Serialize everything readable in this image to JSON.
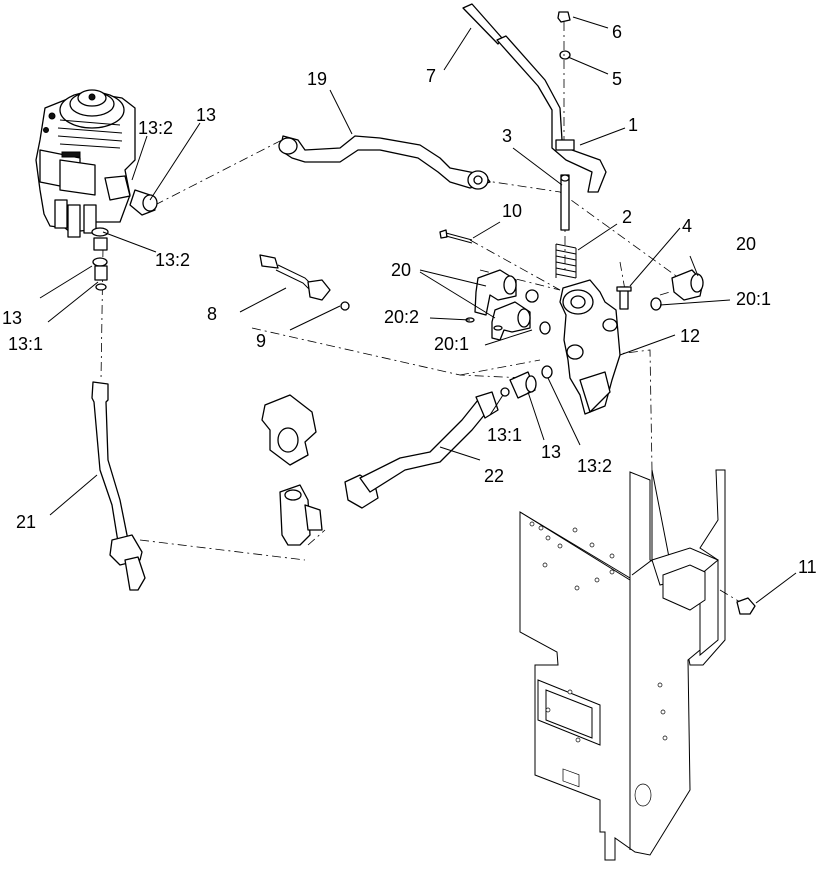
{
  "callouts": {
    "c1": "1",
    "c2": "2",
    "c3": "3",
    "c4": "4",
    "c5": "5",
    "c6": "6",
    "c7": "7",
    "c8": "8",
    "c9": "9",
    "c10": "10",
    "c11": "11",
    "c12": "12",
    "c13_top": "13",
    "c13_2_top": "13:2",
    "c13_2_left": "13:2",
    "c13_left": "13",
    "c13_1_left": "13:1",
    "c13_1_mid": "13:1",
    "c13_mid": "13",
    "c13_2_mid": "13:2",
    "c19": "19",
    "c20_mid": "20",
    "c20_right": "20",
    "c20_1_right": "20:1",
    "c20_2": "20:2",
    "c20_1_mid": "20:1",
    "c21": "21",
    "c22": "22"
  }
}
